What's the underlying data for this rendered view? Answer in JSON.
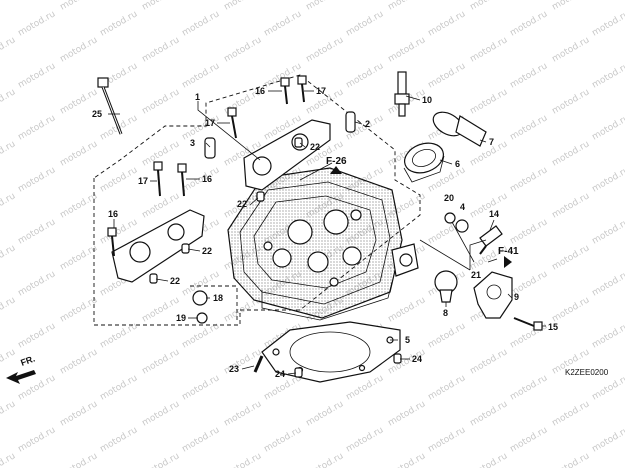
{
  "watermark": "motod.ru",
  "diagram_code": "K2ZEE0200",
  "front_label": "FR.",
  "refs": {
    "f26": "F-26",
    "f41": "F-41"
  },
  "parts": {
    "p1": "1",
    "p2": "2",
    "p3": "3",
    "p4": "4",
    "p5": "5",
    "p6": "6",
    "p7": "7",
    "p8": "8",
    "p9": "9",
    "p10": "10",
    "p14": "14",
    "p15": "15",
    "p16a": "16",
    "p16b": "16",
    "p16c": "16",
    "p17a": "17",
    "p17b": "17",
    "p17c": "17",
    "p18": "18",
    "p19": "19",
    "p20": "20",
    "p21": "21",
    "p22a": "22",
    "p22b": "22",
    "p22c": "22",
    "p22d": "22",
    "p23": "23",
    "p24a": "24",
    "p24b": "24",
    "p25": "25"
  },
  "colors": {
    "ink": "#111111",
    "watermark": "#c9c9c9",
    "background": "#ffffff"
  }
}
